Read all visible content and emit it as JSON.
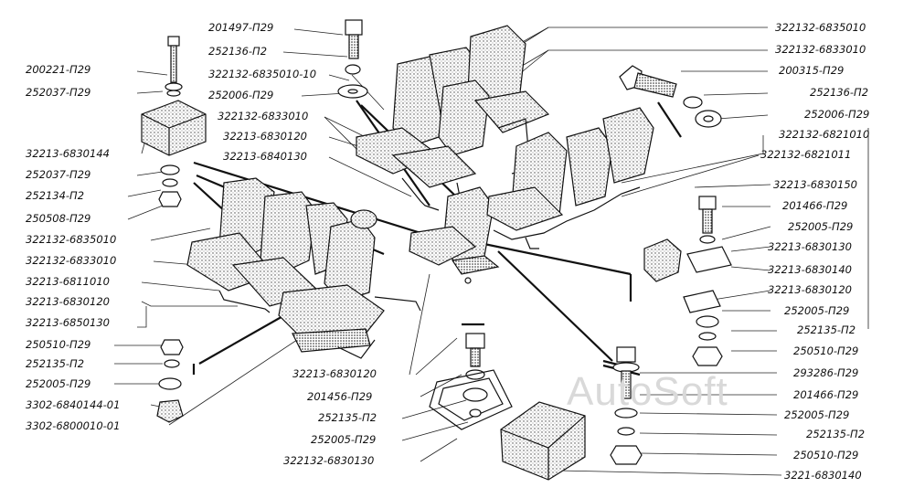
{
  "watermark": "AutoSoft",
  "labels_left": [
    "200221-П29",
    "252037-П29",
    "32213-6830144",
    "252037-П29",
    "252134-П2",
    "250508-П29",
    "322132-6835010",
    "322132-6833010",
    "32213-6811010",
    "32213-6830120",
    "32213-6850130",
    "250510-П29",
    "252135-П2",
    "252005-П29",
    "3302-6840144-01",
    "3302-6800010-01"
  ],
  "labels_top": [
    "201497-П29",
    "252136-П2",
    "322132-6835010-10",
    "252006-П29",
    "322132-6833010",
    "32213-6830120",
    "32213-6840130"
  ],
  "labels_right": [
    "322132-6835010",
    "322132-6833010",
    "200315-П29",
    "252136-П2",
    "252006-П29",
    "322132-6821010",
    "322132-6821011",
    "32213-6830150",
    "201466-П29",
    "252005-П29",
    "32213-6830130",
    "32213-6830140",
    "32213-6830120",
    "252005-П29",
    "252135-П2",
    "250510-П29",
    "293286-П29",
    "201466-П29",
    "252005-П29",
    "252135-П2",
    "250510-П29",
    "3221-6830140"
  ],
  "labels_bottom": [
    "32213-6830120",
    "201456-П29",
    "252135-П2",
    "252005-П29",
    "322132-6830130"
  ]
}
